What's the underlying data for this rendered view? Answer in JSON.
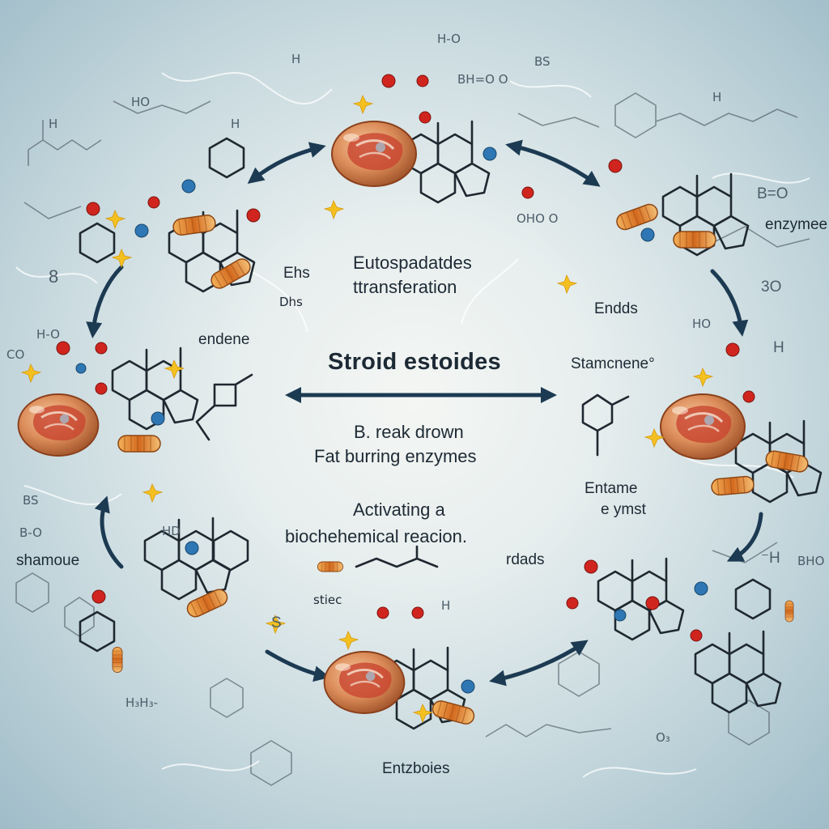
{
  "center": {
    "title": "Stroid estoides",
    "subtitle_line1": "B. reak drown",
    "subtitle_line2": "Fat burring enzymes",
    "upper_line1": "Eutospadatdes",
    "upper_line2": "ttransferation",
    "lower_line1": "Activating a",
    "lower_line2": "biochehemical reacion."
  },
  "labels": {
    "endene": "endene",
    "enzymee": "enzymee",
    "endds": "Endds",
    "stamcnene": "Stamcnene°",
    "entame": "Entame",
    "eymst": "e ymst",
    "shamoue": "shamoue",
    "entzboies": "Entzboies",
    "rdads": "rdads",
    "stiec": "stiec",
    "ehs": "Ehs",
    "dhs": "Dhs",
    "bs_top": "BS",
    "bs_left": "BS",
    "ho_top": "H-O",
    "h2o_top": "BH=O O",
    "ho_left": "HO",
    "h_o_left": "H-O",
    "b_o_left": "B-O",
    "co_left": "CO",
    "b_o_right": "B=O",
    "hs_bottom": "H₃H₃-",
    "o_right": "3O",
    "h_right": "H",
    "h_right2": "⁻H",
    "h_center_bottom": "H",
    "ho_dbl": "BHO",
    "oho": "OHO O",
    "o3": "O₃",
    "h_tl": "H",
    "h_tl2": "H",
    "hd": "HD",
    "h_top2": "H",
    "eight": "8",
    "ssc": "S",
    "ho_center": "HO",
    "h2_left": "H"
  },
  "colors": {
    "background_center": "#f4f6f3",
    "background_edge": "#9fbcc8",
    "arrow": "#1c3a52",
    "bond": "#1f2830",
    "atom_red": "#d0251e",
    "atom_blue": "#2e77b4",
    "enzyme_body": "#d98a55",
    "enzyme_texture": "#c0392b",
    "capsule": "#e08a2e"
  },
  "icons": {
    "enzyme": "enzyme-blob-icon",
    "capsule": "capsule-icon",
    "spark": "spark-icon"
  }
}
